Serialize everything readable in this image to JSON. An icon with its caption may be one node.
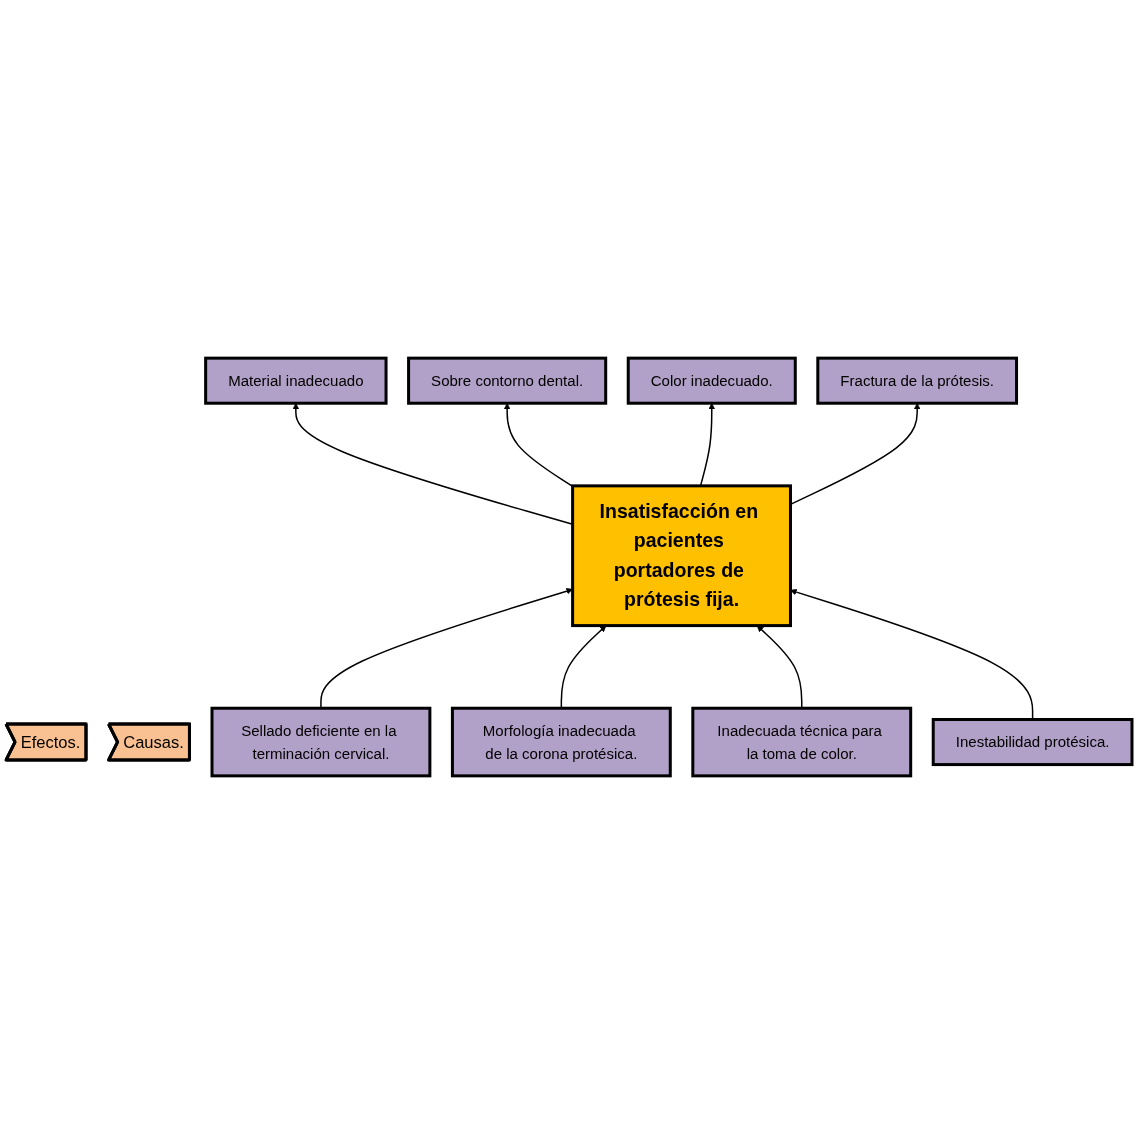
{
  "diagram": {
    "nodes": [
      {
        "text": [
          "Material inadecuado"
        ]
      },
      {
        "text": [
          "Sobre contorno dental."
        ]
      },
      {
        "text": [
          "Color inadecuado."
        ]
      },
      {
        "text": [
          "Fractura de la prótesis."
        ]
      },
      {
        "text": [
          "Efectos."
        ]
      },
      {
        "text": [
          "Insatisfacción en pacientes portadores de prótesis fija."
        ]
      },
      {
        "text": [
          "Causas."
        ]
      },
      {
        "text": [
          "Sellado deficiente en la terminación cervical."
        ]
      },
      {
        "text": [
          "Morfología inadecuada de la corona protésica."
        ]
      },
      {
        "text": [
          "Inadecuada técnica para la toma de color."
        ]
      },
      {
        "text": [
          "Inestabilidad protésica."
        ]
      }
    ],
    "edges": [
      {
        "from": 5,
        "to": 0,
        "arrow": "to"
      },
      {
        "from": 5,
        "to": 1,
        "arrow": "to"
      },
      {
        "from": 5,
        "to": 2,
        "arrow": "to"
      },
      {
        "from": 5,
        "to": 3,
        "arrow": "to"
      },
      {
        "from": 7,
        "to": 5,
        "arrow": "to"
      },
      {
        "from": 8,
        "to": 5,
        "arrow": "to"
      },
      {
        "from": 9,
        "to": 5,
        "arrow": "to"
      },
      {
        "from": 10,
        "to": 5,
        "arrow": "to"
      }
    ]
  }
}
